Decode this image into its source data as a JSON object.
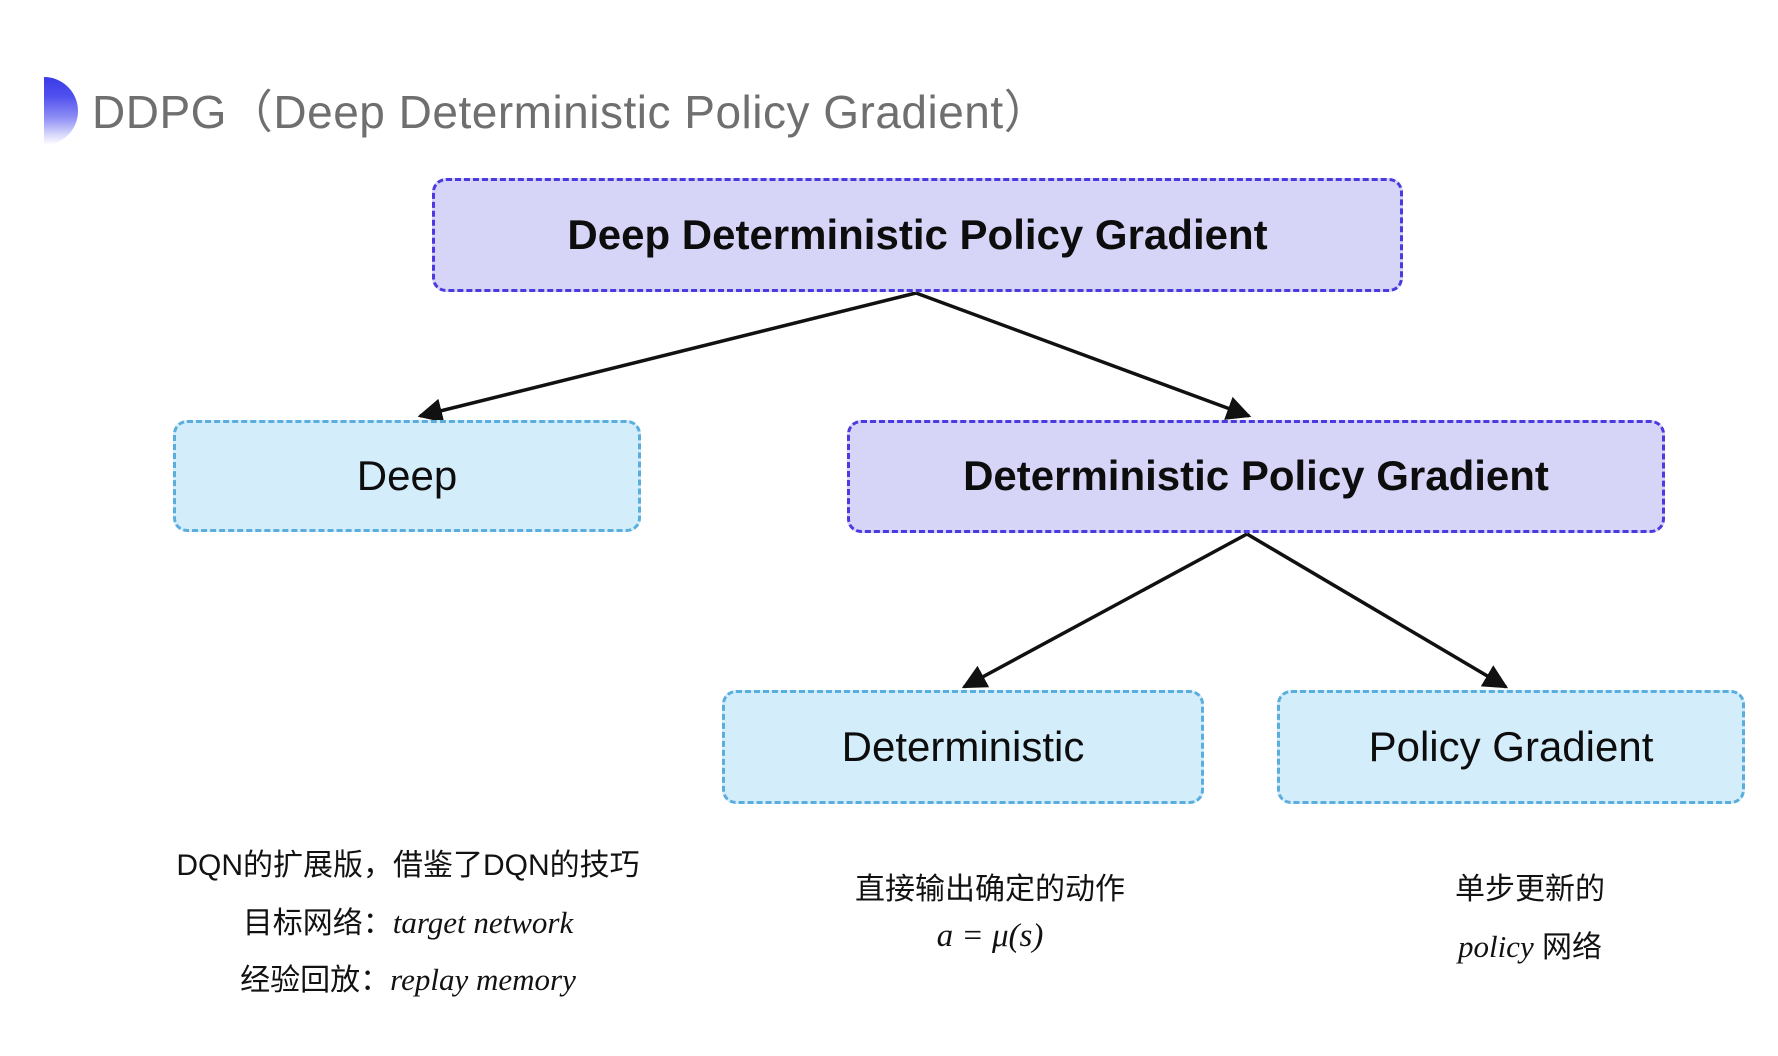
{
  "slide": {
    "title": "DDPG（Deep Deterministic Policy Gradient）",
    "bullet_icon": "half-circle-gradient-icon",
    "title_color": "#6f6f6f",
    "background": "#ffffff"
  },
  "palette": {
    "purple_fill": "#d6d4f7",
    "purple_border": "#4a3ae0",
    "blue_fill": "#d4edfa",
    "blue_border": "#5aaede",
    "arrow": "#000000",
    "text": "#0d0d0d"
  },
  "diagram": {
    "type": "tree",
    "nodes": {
      "root": {
        "label": "Deep Deterministic Policy Gradient",
        "style": "purple"
      },
      "deep": {
        "label": "Deep",
        "style": "blue"
      },
      "dpg": {
        "label": "Deterministic Policy Gradient",
        "style": "purple"
      },
      "deterministic": {
        "label": "Deterministic",
        "style": "blue"
      },
      "policy_gradient": {
        "label": "Policy Gradient",
        "style": "blue"
      }
    },
    "edges": [
      {
        "from": "root",
        "to": "deep"
      },
      {
        "from": "root",
        "to": "dpg"
      },
      {
        "from": "dpg",
        "to": "deterministic"
      },
      {
        "from": "dpg",
        "to": "policy_gradient"
      }
    ]
  },
  "notes": {
    "deep": {
      "line1": "DQN的扩展版，借鉴了DQN的技巧",
      "line2_label": "目标网络：",
      "line2_term": "target network",
      "line3_label": "经验回放：",
      "line3_term": "replay memory"
    },
    "deterministic": {
      "line1": "直接输出确定的动作",
      "formula": "a = μ(s)"
    },
    "policy_gradient": {
      "line1": "单步更新的",
      "line2_term": "policy",
      "line2_suffix": " 网络"
    }
  }
}
